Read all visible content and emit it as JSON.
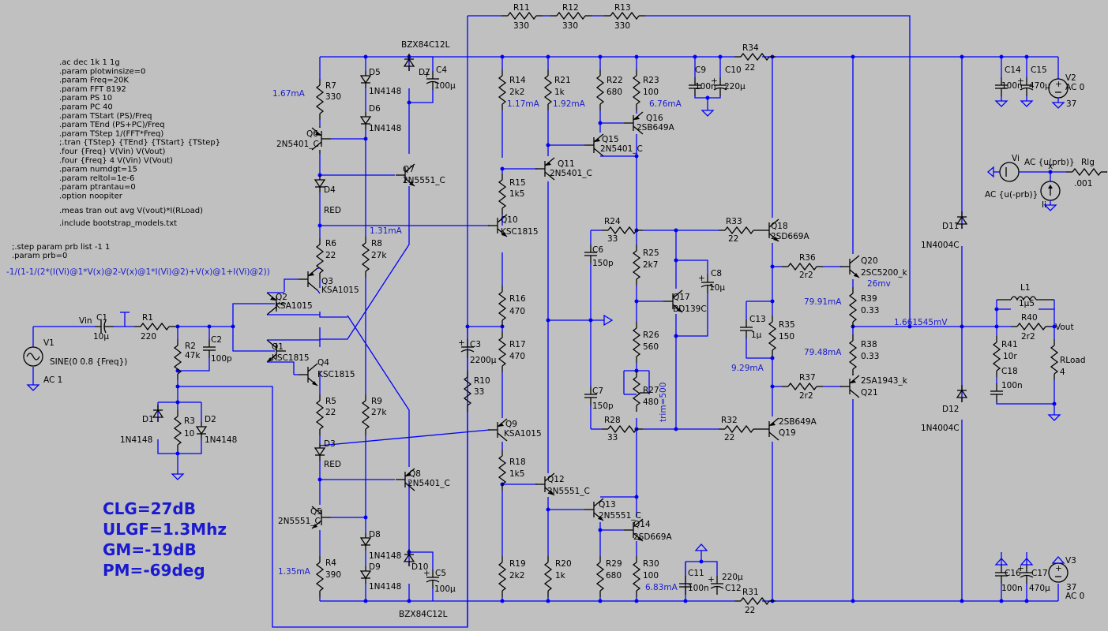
{
  "directives": [
    ".ac dec 1k 1 1g",
    ".param plotwinsize=0",
    ".param Freq=20K",
    ".param FFT 8192",
    ".param PS 10",
    ".param PC 40",
    ".param TStart (PS)/Freq",
    ".param TEnd (PS+PC)/Freq",
    ".param TStep 1/(FFT*Freq)",
    ";.tran {TStep} {TEnd} {TStart} {TStep}",
    ".four {Freq} V(Vin) V(Vout)",
    ".four {Freq} 4 V(Vin) V(Vout)",
    ".param numdgt=15",
    ".param reltol=1e-6",
    ".param ptrantau=0",
    ".option noopiter"
  ],
  "meas": ".meas tran out avg V(vout)*I(RLoad)",
  "include": ".include bootstrap_models.txt",
  "step": ";.step param prb list -1 1",
  "param_prb": ".param prb=0",
  "formula": "-1/(1-1/(2*(I(Vi)@1*V(x)@2-V(x)@1*I(Vi)@2)+V(x)@1+I(Vi)@2))",
  "stats": [
    "CLG=27dB",
    "ULGF=1.3Mhz",
    "GM=-19dB",
    "PM=-69deg"
  ],
  "labels": {
    "R11": "R11",
    "R11v": "330",
    "R12": "R12",
    "R12v": "330",
    "R13": "R13",
    "R13v": "330",
    "R34": "R34",
    "R34v": "22",
    "R31": "R31",
    "R31v": "22",
    "bzx_top": "BZX84C12L",
    "bzx_bot": "BZX84C12L",
    "D5": "D5",
    "D5v": "1N4148",
    "D6": "D6",
    "D6v": "1N4148",
    "D7": "D7",
    "C4": "C4",
    "C4v": "100µ",
    "R7": "R7",
    "R7v": "330",
    "Q6": "Q6",
    "Q6v": "2N5401_C",
    "Q7": "Q7",
    "Q7v": "2N5551_C",
    "D4": "D4",
    "D4v": "RED",
    "R6": "R6",
    "R6v": "22",
    "R8": "R8",
    "R8v": "27k",
    "Q3": "Q3",
    "Q3v": "KSA1015",
    "Q2": "Q2",
    "Q2v": "KSA1015",
    "Q1": "Q1",
    "Q1v": "KSC1815",
    "Q4": "Q4",
    "Q4v": "KSC1815",
    "R5": "R5",
    "R5v": "22",
    "R9": "R9",
    "R9v": "27k",
    "D3": "D3",
    "D3v": "RED",
    "Q8": "Q8",
    "Q8v": "2N5401_C",
    "Q5": "Q5",
    "Q5v": "2N5551_C",
    "D8": "D8",
    "D8v": "1N4148",
    "D9": "D9",
    "D9v": "1N4148",
    "D10": "D10",
    "C5": "C5",
    "C5v": "100µ",
    "R4": "R4",
    "R4v": "390",
    "V1": "V1",
    "V1v": "SINE(0 0.8 {Freq})",
    "V1ac": "AC 1",
    "C1": "C1",
    "C1v": "10µ",
    "Vin": "Vin",
    "R1": "R1",
    "R1v": "220",
    "R2": "R2",
    "R2v": "47k",
    "C2": "C2",
    "C2v": "100p",
    "D1": "D1",
    "D1v": "1N4148",
    "R3": "R3",
    "R3v": "10",
    "D2": "D2",
    "D2v": "1N4148",
    "R14": "R14",
    "R14v": "2k2",
    "R21": "R21",
    "R21v": "1k",
    "R22": "R22",
    "R22v": "680",
    "R23": "R23",
    "R23v": "100",
    "Q16": "Q16",
    "Q16v": "2SB649A",
    "Q15": "Q15",
    "Q15v": "2N5401_C",
    "Q11": "Q11",
    "Q11v": "2N5401_C",
    "R15": "R15",
    "R15v": "1k5",
    "Q10": "Q10",
    "Q10v": "KSC1815",
    "R16": "R16",
    "R16v": "470",
    "C3": "C3",
    "C3v": "2200µ",
    "R17": "R17",
    "R17v": "470",
    "R10": "R10",
    "R10v": "33",
    "Q9": "Q9",
    "Q9v": "KSA1015",
    "R18": "R18",
    "R18v": "1k5",
    "Q12": "Q12",
    "Q12v": "2N5551_C",
    "Q13": "Q13",
    "Q13v": "2N5551_C",
    "Q14": "Q14",
    "Q14v": "2SD669A",
    "R19": "R19",
    "R19v": "2k2",
    "R20": "R20",
    "R20v": "1k",
    "R29": "R29",
    "R29v": "680",
    "R30": "R30",
    "R30v": "100",
    "C9": "C9",
    "C9v": "100n",
    "C10": "C10",
    "C10v": "220µ",
    "C11": "C11",
    "C11v": "100n",
    "C12": "C12",
    "C12v": "220µ",
    "R24": "R24",
    "R24v": "33",
    "C6": "C6",
    "C6v": "150p",
    "R25": "R25",
    "R25v": "2k7",
    "C8": "C8",
    "C8v": "10µ",
    "Q17": "Q17",
    "Q17v": "BD139C",
    "R26": "R26",
    "R26v": "560",
    "R27": "R27",
    "R27v": "480",
    "trim": "trim=500",
    "C7": "C7",
    "C7v": "150p",
    "R28": "R28",
    "R28v": "33",
    "R33": "R33",
    "R33v": "22",
    "Q18": "Q18",
    "Q18v": "2SD669A",
    "R36": "R36",
    "R36v": "2r2",
    "Q20": "Q20",
    "Q20v": "2SC5200_k",
    "R39": "R39",
    "R39v": "0.33",
    "C13": "C13",
    "C13v": "1µ",
    "R35": "R35",
    "R35v": "150",
    "R38": "R38",
    "R38v": "0.33",
    "R37": "R37",
    "R37v": "2r2",
    "Q21": "Q21",
    "Q21v": "2SA1943_k",
    "R32": "R32",
    "R32v": "22",
    "Q19": "Q19",
    "Q19v": "2SB649A",
    "D11": "D11",
    "D11v": "1N4004C",
    "D12": "D12",
    "D12v": "1N4004C",
    "C14": "C14",
    "C14v": "100n",
    "C15": "C15",
    "C15v": "470µ",
    "V2": "V2",
    "V2ac": "AC 0",
    "V2v": "37",
    "C16": "C16",
    "C16v": "100n",
    "C17": "C17",
    "C17v": "470µ",
    "V3": "V3",
    "V3ac": "AC 0",
    "V3v": "37",
    "Vi": "Vi",
    "Vi_src": "AC {u(prb)}",
    "x": "x",
    "Rlg": "Rlg",
    "Rlgv": ".001",
    "Ii_src": "AC {u(-prb)}",
    "Ii": "Ii",
    "L1": "L1",
    "L1v": "1µ5",
    "R40": "R40",
    "R40v": "2r2",
    "Vout": "Vout",
    "R41": "R41",
    "R41v": "10r",
    "C18": "C18",
    "C18v": "100n",
    "RLoad": "RLoad",
    "RLoadv": "4"
  },
  "annotations": {
    "i_r7": "1.67mA",
    "i_r14": "1.17mA",
    "i_r21": "1.92mA",
    "i_r23": "6.76mA",
    "i_r8": "1.31mA",
    "i_r4": "1.35mA",
    "i_r30": "6.83mA",
    "i_r35": "9.29mA",
    "i_r39": "79.91mA",
    "i_r38": "79.48mA",
    "v_q20": "26mv",
    "v_out": "1.661545mV"
  },
  "colors": {
    "background": "#c0c0c0",
    "wire": "#0000ff",
    "component": "#000000",
    "annotation": "#1a1ad0"
  }
}
